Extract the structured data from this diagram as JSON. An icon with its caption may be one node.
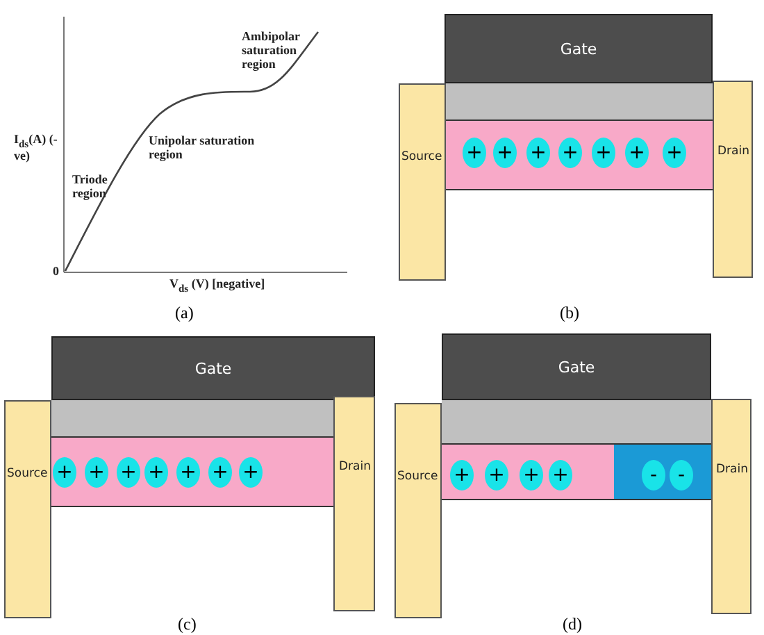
{
  "diagram": {
    "nodes": [
      {
        "text": [
          "Gate"
        ]
      },
      {
        "text": [],
        "shape": "box"
      },
      {
        "text": [],
        "shape": "box"
      },
      {
        "text": [
          "Source"
        ]
      },
      {
        "text": [
          "Drain"
        ]
      },
      {
        "text": [
          "+"
        ],
        "in": 2
      },
      {
        "text": [
          "+"
        ],
        "in": 2
      },
      {
        "text": [
          "+"
        ],
        "in": 2
      },
      {
        "text": [
          "+"
        ],
        "in": 2
      },
      {
        "text": [
          "+"
        ],
        "in": 2
      },
      {
        "text": [
          "+"
        ],
        "in": 2
      },
      {
        "text": [
          "+"
        ],
        "in": 2
      },
      {
        "text": [
          "Gate"
        ]
      },
      {
        "text": [],
        "shape": "box"
      },
      {
        "text": [],
        "shape": "box"
      },
      {
        "text": [
          "Source"
        ]
      },
      {
        "text": [
          "Drain"
        ]
      },
      {
        "text": [
          "+"
        ],
        "in": 14
      },
      {
        "text": [
          "+"
        ],
        "in": 14
      },
      {
        "text": [
          "+"
        ],
        "in": 14
      },
      {
        "text": [
          "+"
        ],
        "in": 14
      },
      {
        "text": [
          "+"
        ],
        "in": 14
      },
      {
        "text": [
          "+"
        ],
        "in": 14
      },
      {
        "text": [
          "+"
        ],
        "in": 14
      },
      {
        "text": [
          "Gate"
        ]
      },
      {
        "text": [],
        "shape": "box"
      },
      {
        "text": [],
        "shape": "box"
      },
      {
        "text": [],
        "shape": "box"
      },
      {
        "text": [
          "Source"
        ]
      },
      {
        "text": [
          "Drain"
        ]
      },
      {
        "text": [
          "+"
        ],
        "in": 26
      },
      {
        "text": [
          "+"
        ],
        "in": 26
      },
      {
        "text": [
          "+"
        ],
        "in": 26
      },
      {
        "text": [
          "+"
        ],
        "in": 26
      },
      {
        "text": [
          "-"
        ],
        "in": 27
      },
      {
        "text": [
          "-"
        ],
        "in": 27
      }
    ],
    "labels": [
      "Ambipolar saturation region",
      "I$_{ds}$(A) (-ve)",
      "Unipolar saturation region",
      "Triode region",
      "0",
      "V$_{ds}$ (V) [negative]",
      "(a)",
      "(b)",
      "(c)",
      "(d)"
    ]
  }
}
